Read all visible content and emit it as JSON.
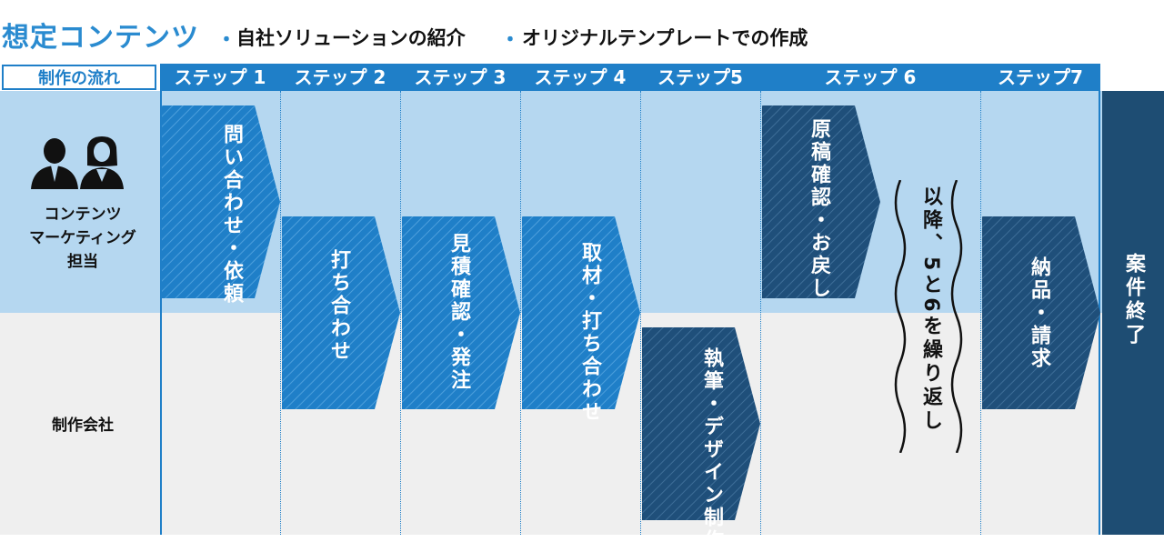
{
  "title": {
    "main": "想定コンテンツ",
    "bullet1": "・",
    "sub1": "自社ソリューションの紹介",
    "bullet2": "・",
    "sub2": "オリジナルテンプレートでの作成"
  },
  "header": {
    "flow_label": "制作の流れ",
    "steps": [
      "ステップ 1",
      "ステップ 2",
      "ステップ 3",
      "ステップ 4",
      "ステップ5",
      "ステップ 6",
      "ステップ7"
    ]
  },
  "rows": {
    "top": [
      "コンテンツ",
      "マーケティング",
      "担当"
    ],
    "bottom": "制作会社"
  },
  "shapes": {
    "s1": [
      "問い合わせ・",
      "依頼"
    ],
    "s2": [
      "打ち合わせ"
    ],
    "s3": [
      "見積確認・発注"
    ],
    "s4": [
      "取材・",
      "打ち合わせ"
    ],
    "s5": [
      "執筆・",
      "デザイン制作"
    ],
    "s6": [
      "原稿確認・お戻し"
    ],
    "s7": [
      "納品・請求"
    ]
  },
  "repeat_note": [
    "以降、5と6を繰り返し"
  ],
  "end_label": "案件終了",
  "colors": {
    "brand_blue": "#1f7fc8",
    "title_blue": "#2a8bd0",
    "shape_blue": "#1f7fc8",
    "shape_dark": "#1f4f7a",
    "top_band": "#b5d7f0",
    "bottom_band": "#efefef",
    "end_column": "#1e4d73"
  }
}
